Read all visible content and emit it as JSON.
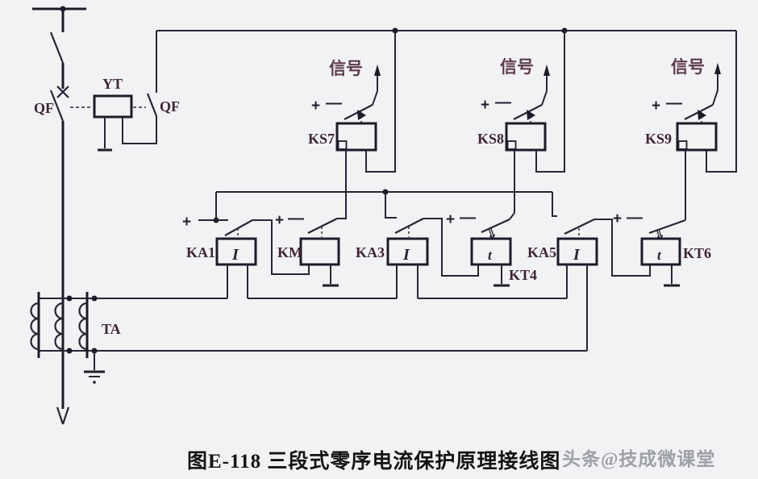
{
  "diagram": {
    "caption": "图E-118 三段式零序电流保护原理接线图",
    "watermark": "头条@技成微课堂",
    "signal_label": "信号",
    "labels": {
      "qf_main": "QF",
      "qf_aux": "QF",
      "yt": "YT",
      "ta": "TA",
      "ks7": "KS7",
      "ks8": "KS8",
      "ks9": "KS9",
      "ka1": "KA1",
      "km": "KM",
      "ka3": "KA3",
      "kt4": "KT4",
      "ka5": "KA5",
      "kt6": "KT6"
    },
    "symbols": {
      "current_relay": "I",
      "time_relay": "t",
      "delay_arrow": "⇓"
    },
    "marks": {
      "plus": "+",
      "minus": "—"
    },
    "colors": {
      "background": "#f2f2f5",
      "line": "#262535",
      "relay_label": "#3f2537",
      "signal_label": "#5d3a4c",
      "caption": "#141414",
      "watermark": "#9da0a8"
    }
  }
}
